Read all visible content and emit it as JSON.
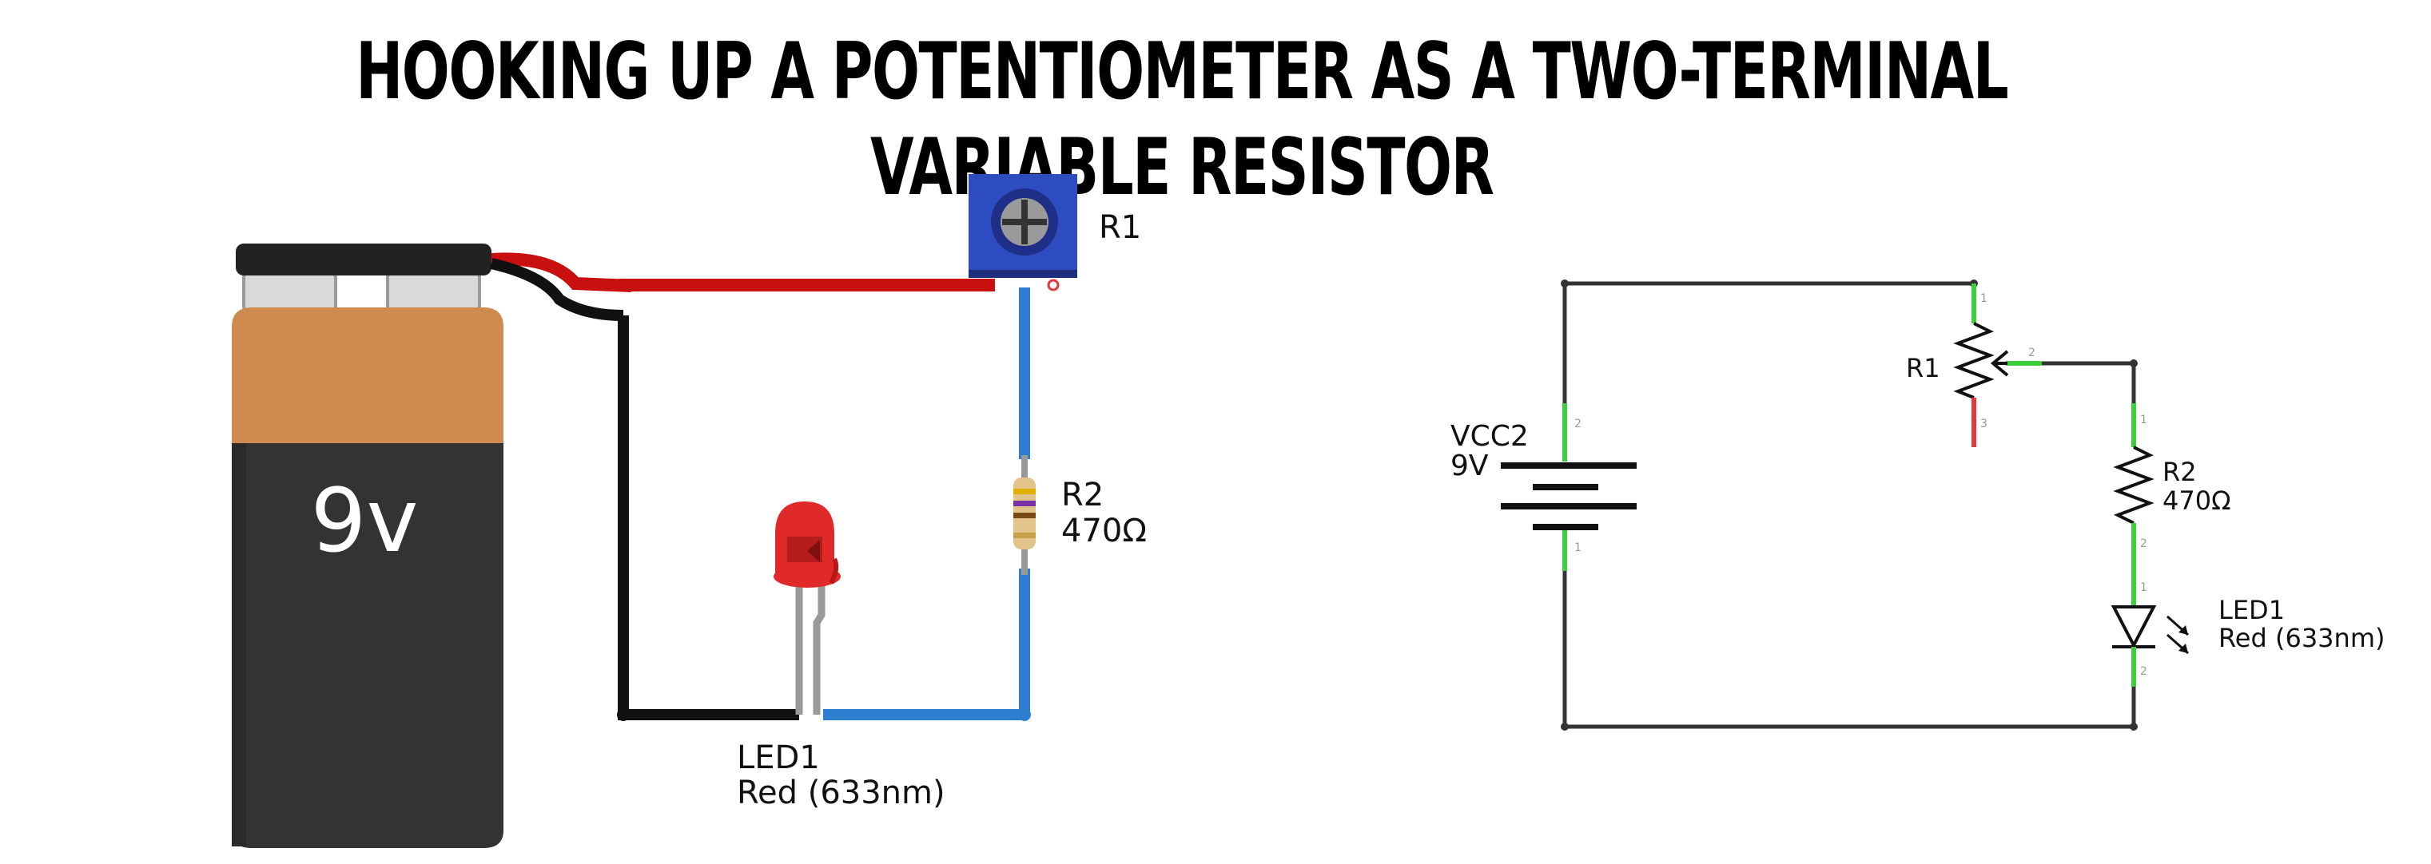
{
  "title": "HOOKING UP A POTENTIOMETER AS A TWO-TERMINAL VARIABLE RESISTOR",
  "breadboard": {
    "battery_label": "9v",
    "r1_label": "R1",
    "r2_label": "R2",
    "r2_value": "470Ω",
    "led_label": "LED1",
    "led_value": "Red (633nm)"
  },
  "schematic": {
    "vcc_label": "VCC2",
    "vcc_value": "9V",
    "r1_label": "R1",
    "r2_label": "R2",
    "r2_value": "470Ω",
    "led_label": "LED1",
    "led_value": "Red (633nm)",
    "pins": {
      "r1_1": "1",
      "r1_2": "2",
      "r1_3": "3",
      "r2_1": "1",
      "r2_2": "2",
      "led_1": "1",
      "led_2": "2",
      "vcc_1": "1",
      "vcc_2": "2"
    }
  },
  "colors": {
    "battery_top": "#cf8a4f",
    "battery_body": "#333333",
    "wire_red": "#c81010",
    "wire_black": "#111111",
    "wire_blue": "#2d7fd0",
    "pot_blue": "#2e4cc2",
    "led_red": "#e02a2a",
    "schematic_wire": "#333333",
    "pin_green": "#3ccf3c",
    "pin_red": "#e23a3a"
  }
}
